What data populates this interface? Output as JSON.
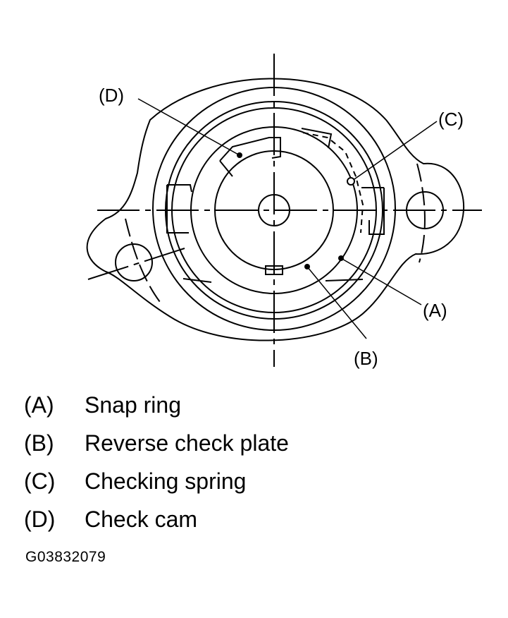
{
  "callouts": {
    "A": "(A)",
    "B": "(B)",
    "C": "(C)",
    "D": "(D)"
  },
  "legend": [
    {
      "key": "(A)",
      "label": "Snap ring"
    },
    {
      "key": "(B)",
      "label": "Reverse check plate"
    },
    {
      "key": "(C)",
      "label": "Checking spring"
    },
    {
      "key": "(D)",
      "label": "Check cam"
    }
  ],
  "figure_id": "G03832079"
}
